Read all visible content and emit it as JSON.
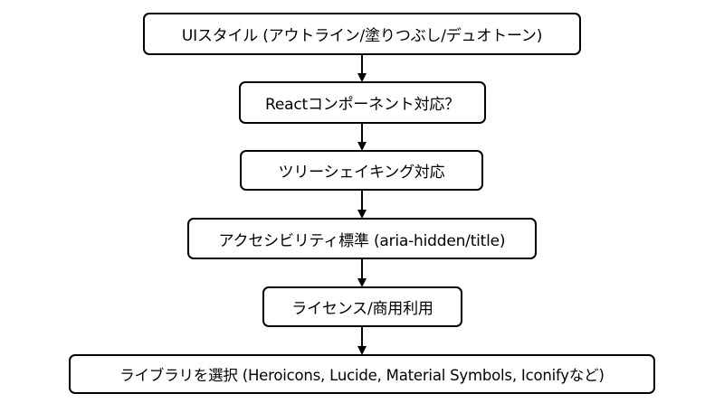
{
  "diagram": {
    "nodes": [
      {
        "id": "n1",
        "label": "UIスタイル (アウトライン/塗りつぶし/デュオトーン)"
      },
      {
        "id": "n2",
        "label": "Reactコンポーネント対応？"
      },
      {
        "id": "n3",
        "label": "ツリーシェイキング対応"
      },
      {
        "id": "n4",
        "label": "アクセシビリティ標準 (aria-hidden/title)"
      },
      {
        "id": "n5",
        "label": "ライセンス/商用利用"
      },
      {
        "id": "n6",
        "label": "ライブラリを選択 (Heroicons, Lucide, Material Symbols, Iconifyなど)"
      }
    ],
    "edges": [
      {
        "from": "n1",
        "to": "n2"
      },
      {
        "from": "n2",
        "to": "n3"
      },
      {
        "from": "n3",
        "to": "n4"
      },
      {
        "from": "n4",
        "to": "n5"
      },
      {
        "from": "n5",
        "to": "n6"
      }
    ]
  }
}
